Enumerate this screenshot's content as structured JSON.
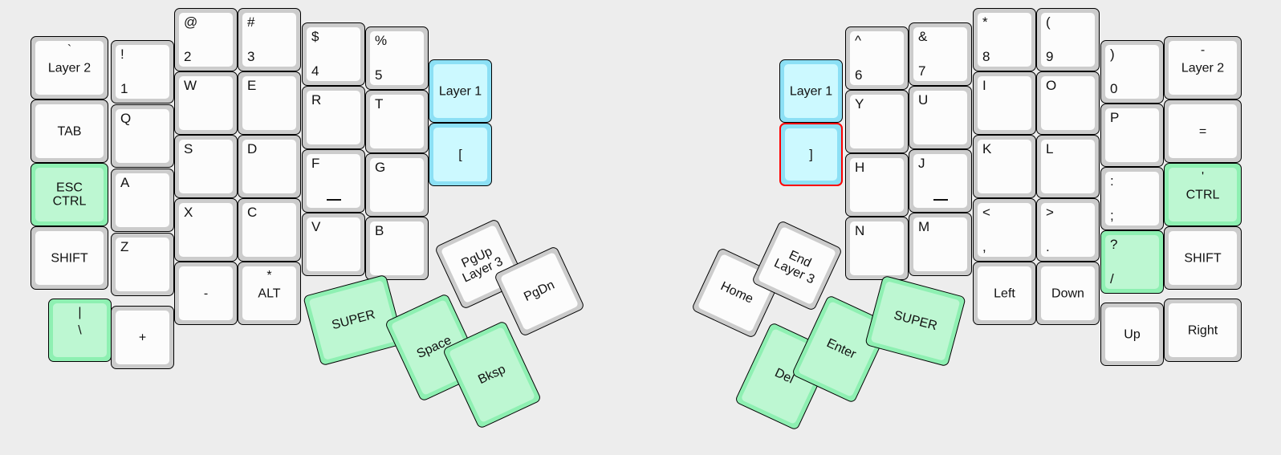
{
  "meta": {
    "title": "Split ergonomic keyboard layout",
    "background": "#ededed",
    "colors": {
      "key_bezel": "#cccccc",
      "key_cap": "#fcfcfc",
      "green_bezel": "#8ef0b2",
      "green_cap": "#bdf7d2",
      "cyan_bezel": "#8ce0f5",
      "cyan_cap": "#ccf9ff",
      "selection_border": "#ff0000",
      "legend": "#111111"
    }
  },
  "left_half": {
    "name": "left-keyboard-half",
    "columns": [
      {
        "name": "pinky-outer-column",
        "keys": [
          {
            "top": "`",
            "main": "Layer 2",
            "color": "white",
            "layout": "top-center-main-center"
          },
          {
            "main": "TAB",
            "color": "white",
            "layout": "center"
          },
          {
            "line1": "ESC",
            "line2": "CTRL",
            "color": "green",
            "layout": "two-line-center"
          },
          {
            "main": "SHIFT",
            "color": "white",
            "layout": "center"
          },
          {
            "top": "|",
            "main": "\\",
            "color": "green",
            "layout": "top-center-main-center"
          }
        ]
      },
      {
        "name": "pinky-column",
        "keys": [
          {
            "top": "!",
            "main": "1",
            "color": "white",
            "layout": "stacked-left"
          },
          {
            "top": "Q",
            "color": "white",
            "layout": "top-left"
          },
          {
            "top": "A",
            "color": "white",
            "layout": "top-left"
          },
          {
            "top": "Z",
            "color": "white",
            "layout": "top-left"
          },
          {
            "main": "+",
            "color": "white",
            "layout": "center"
          }
        ]
      },
      {
        "name": "ring-column",
        "keys": [
          {
            "top": "@",
            "main": "2",
            "color": "white",
            "layout": "stacked-left"
          },
          {
            "top": "W",
            "color": "white",
            "layout": "top-left"
          },
          {
            "top": "S",
            "color": "white",
            "layout": "top-left"
          },
          {
            "top": "X",
            "color": "white",
            "layout": "top-left"
          },
          {
            "main": "-",
            "color": "white",
            "layout": "center"
          }
        ]
      },
      {
        "name": "middle-column",
        "keys": [
          {
            "top": "#",
            "main": "3",
            "color": "white",
            "layout": "stacked-left"
          },
          {
            "top": "E",
            "color": "white",
            "layout": "top-left"
          },
          {
            "top": "D",
            "color": "white",
            "layout": "top-left"
          },
          {
            "top": "C",
            "color": "white",
            "layout": "top-left"
          },
          {
            "top": "*",
            "main": "ALT",
            "color": "white",
            "layout": "top-center-main-center"
          }
        ]
      },
      {
        "name": "index-column",
        "keys": [
          {
            "top": "$",
            "main": "4",
            "color": "white",
            "layout": "stacked-left"
          },
          {
            "top": "R",
            "color": "white",
            "layout": "top-left"
          },
          {
            "top": "F",
            "color": "white",
            "layout": "top-left",
            "homing": true
          },
          {
            "top": "V",
            "color": "white",
            "layout": "top-left"
          }
        ]
      },
      {
        "name": "index-inner-column",
        "keys": [
          {
            "top": "%",
            "main": "5",
            "color": "white",
            "layout": "stacked-left"
          },
          {
            "top": "T",
            "color": "white",
            "layout": "top-left"
          },
          {
            "top": "G",
            "color": "white",
            "layout": "top-left"
          },
          {
            "top": "B",
            "color": "white",
            "layout": "top-left"
          }
        ]
      },
      {
        "name": "inner-extra-column",
        "keys": [
          {
            "main": "Layer 1",
            "color": "cyan",
            "layout": "center"
          },
          {
            "main": "[",
            "color": "cyan",
            "layout": "center"
          }
        ]
      }
    ],
    "thumb_cluster": {
      "name": "left-thumb-cluster",
      "keys": [
        {
          "main": "SUPER",
          "color": "green",
          "rotation": -15
        },
        {
          "line1": "PgUp",
          "line2": "Layer 3",
          "color": "white",
          "rotation": -25
        },
        {
          "main": "PgDn",
          "color": "white",
          "rotation": -25
        },
        {
          "main": "Space",
          "color": "green",
          "rotation": -25
        },
        {
          "main": "Bksp",
          "color": "green",
          "rotation": -25
        }
      ]
    }
  },
  "right_half": {
    "name": "right-keyboard-half",
    "columns": [
      {
        "name": "inner-extra-column",
        "keys": [
          {
            "main": "Layer 1",
            "color": "cyan",
            "layout": "center"
          },
          {
            "main": "]",
            "color": "cyan",
            "layout": "center",
            "selected": true
          }
        ]
      },
      {
        "name": "index-inner-column",
        "keys": [
          {
            "top": "^",
            "main": "6",
            "color": "white",
            "layout": "stacked-left"
          },
          {
            "top": "Y",
            "color": "white",
            "layout": "top-left"
          },
          {
            "top": "H",
            "color": "white",
            "layout": "top-left"
          },
          {
            "top": "N",
            "color": "white",
            "layout": "top-left"
          }
        ]
      },
      {
        "name": "index-column",
        "keys": [
          {
            "top": "&",
            "main": "7",
            "color": "white",
            "layout": "stacked-left"
          },
          {
            "top": "U",
            "color": "white",
            "layout": "top-left"
          },
          {
            "top": "J",
            "color": "white",
            "layout": "top-left",
            "homing": true
          },
          {
            "top": "M",
            "color": "white",
            "layout": "top-left"
          }
        ]
      },
      {
        "name": "middle-column",
        "keys": [
          {
            "top": "*",
            "main": "8",
            "color": "white",
            "layout": "stacked-left"
          },
          {
            "top": "I",
            "color": "white",
            "layout": "top-left"
          },
          {
            "top": "K",
            "color": "white",
            "layout": "top-left"
          },
          {
            "top": "<",
            "main": ",",
            "color": "white",
            "layout": "stacked-left"
          },
          {
            "main": "Left",
            "color": "white",
            "layout": "center"
          }
        ]
      },
      {
        "name": "ring-column",
        "keys": [
          {
            "top": "(",
            "main": "9",
            "color": "white",
            "layout": "stacked-left"
          },
          {
            "top": "O",
            "color": "white",
            "layout": "top-left"
          },
          {
            "top": "L",
            "color": "white",
            "layout": "top-left"
          },
          {
            "top": ">",
            "main": ".",
            "color": "white",
            "layout": "stacked-left"
          },
          {
            "main": "Down",
            "color": "white",
            "layout": "center"
          }
        ]
      },
      {
        "name": "pinky-column",
        "keys": [
          {
            "top": ")",
            "main": "0",
            "color": "white",
            "layout": "stacked-left"
          },
          {
            "top": "P",
            "color": "white",
            "layout": "top-left"
          },
          {
            "top": ":",
            "main": ";",
            "color": "white",
            "layout": "stacked-left"
          },
          {
            "top": "?",
            "main": "/",
            "color": "green",
            "layout": "stacked-left"
          },
          {
            "main": "Up",
            "color": "white",
            "layout": "center"
          }
        ]
      },
      {
        "name": "pinky-outer-column",
        "keys": [
          {
            "top": "-",
            "main": "Layer 2",
            "color": "white",
            "layout": "top-center-main-center"
          },
          {
            "main": "=",
            "color": "white",
            "layout": "center"
          },
          {
            "top": "'",
            "main": "CTRL",
            "color": "green",
            "layout": "top-center-main-center"
          },
          {
            "main": "SHIFT",
            "color": "white",
            "layout": "center"
          },
          {
            "main": "Right",
            "color": "white",
            "layout": "center"
          }
        ]
      }
    ],
    "thumb_cluster": {
      "name": "right-thumb-cluster",
      "keys": [
        {
          "main": "Home",
          "color": "white",
          "rotation": 25
        },
        {
          "line1": "End",
          "line2": "Layer 3",
          "color": "white",
          "rotation": 25
        },
        {
          "main": "Del",
          "color": "green",
          "rotation": 25
        },
        {
          "main": "Enter",
          "color": "green",
          "rotation": 25
        },
        {
          "main": "SUPER",
          "color": "green",
          "rotation": 15
        }
      ]
    }
  }
}
